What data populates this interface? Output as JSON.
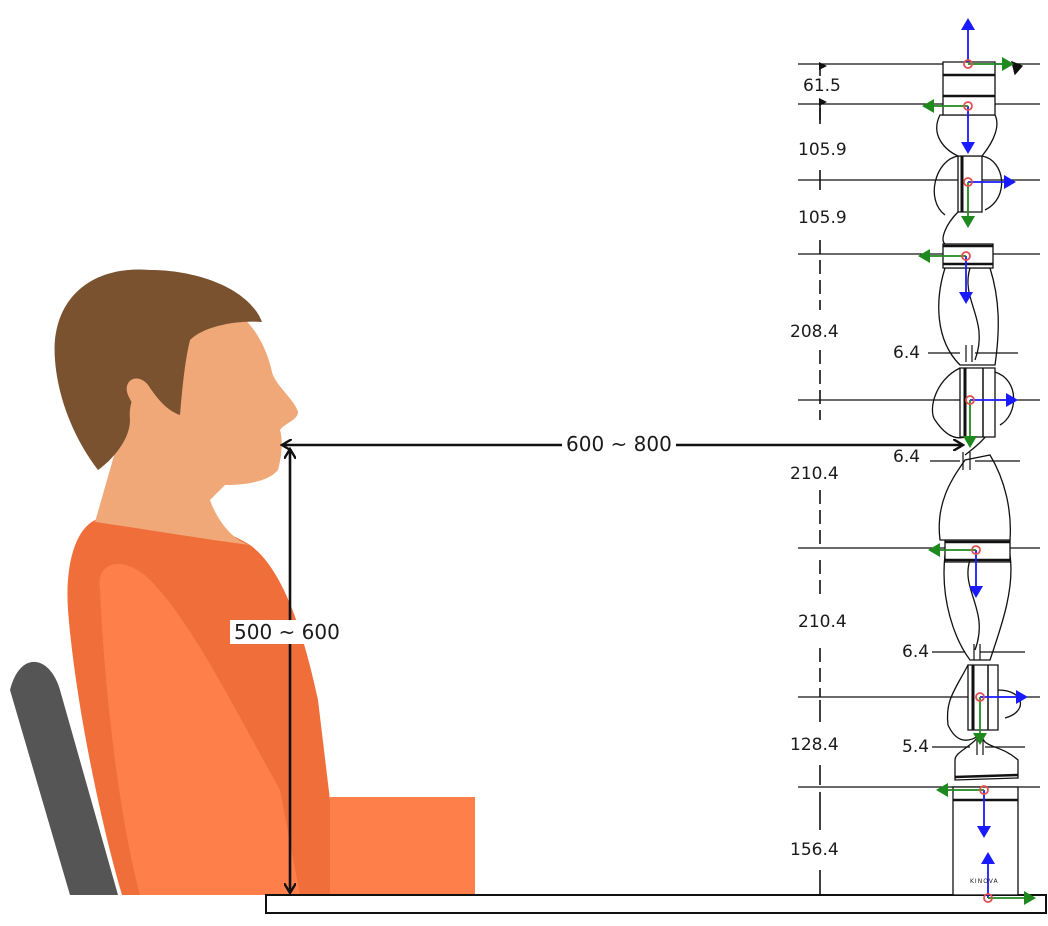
{
  "diagram": {
    "horizontal_reach_label": "600 ~ 800",
    "vertical_height_label": "500 ~ 600",
    "base_logo_text": "KINOVA",
    "segment_lengths": {
      "seg1": "61.5",
      "seg2": "105.9",
      "seg3": "105.9",
      "seg4": "208.4",
      "seg5": "210.4",
      "seg6": "210.4",
      "seg7": "128.4",
      "seg8": "156.4"
    },
    "offsets": {
      "off1": "6.4",
      "off2": "6.4",
      "off3": "6.4",
      "off4": "5.4"
    },
    "colors": {
      "hair": "#7a5230",
      "skin": "#f0a878",
      "shirt": "#f06e3a",
      "shirt_highlight": "#ff7f4a",
      "chair": "#555555",
      "z_axis": "#1a1aff",
      "x_axis": "#1e8a1e",
      "joint_origin": "#e05050",
      "line": "#111111"
    },
    "icons": [
      "person-figure-icon",
      "chair-icon",
      "robot-arm-icon"
    ]
  }
}
